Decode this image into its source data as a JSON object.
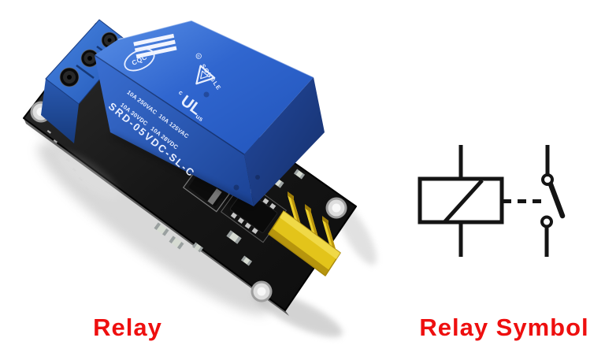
{
  "captions": {
    "left": "Relay",
    "right": "Relay Symbol"
  },
  "photo": {
    "relay": {
      "brand": "SONGLE",
      "reg_mark": "R",
      "model": "SRD-05VDC-SL-C",
      "ratings_line1": "10A 250VAC  10A 125VAC",
      "ratings_line2": "10A 30VDC   10A 28VDC",
      "cert_cqc": "CQC",
      "cert_ul": "UL",
      "cert_ul_prefix": "c",
      "cert_ul_suffix": "us"
    }
  },
  "colors": {
    "background": "#ffffff",
    "caption_red": "#ee0f0f",
    "relay_blue": "#2e63c8",
    "relay_blue_dark": "#1b4294",
    "pcb_black": "#181818",
    "pin_yellow": "#e8c81c",
    "symbol_black": "#141414"
  }
}
